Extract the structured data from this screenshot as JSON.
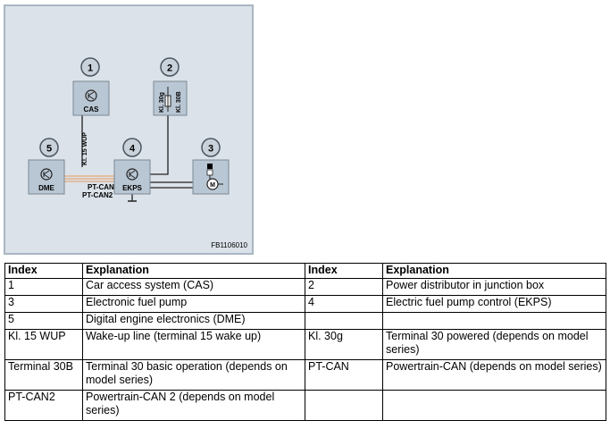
{
  "diagram": {
    "figure_code": "FB1106010",
    "callouts": [
      "1",
      "2",
      "3",
      "4",
      "5"
    ],
    "components": {
      "cas": "CAS",
      "dme": "DME",
      "ekps": "EKPS"
    },
    "line_labels": {
      "wake_up": "Kl. 15 WUP",
      "kl30g": "Kl. 30g",
      "kl30b": "Kl. 30B",
      "pt_can": "PT-CAN",
      "pt_can2": "PT-CAN2"
    }
  },
  "table": {
    "headers": [
      "Index",
      "Explanation",
      "Index",
      "Explanation"
    ],
    "rows": [
      [
        "1",
        "Car access system (CAS)",
        "2",
        "Power distributor in junction box"
      ],
      [
        "3",
        "Electronic fuel pump",
        "4",
        "Electric fuel pump control (EKPS)"
      ],
      [
        "5",
        "Digital engine electronics (DME)",
        "",
        ""
      ],
      [
        "Kl. 15 WUP",
        "Wake-up line (terminal 15 wake up)",
        "Kl. 30g",
        "Terminal 30 powered (depends on model series)"
      ],
      [
        "Terminal 30B",
        "Terminal 30 basic operation (depends on model series)",
        "PT-CAN",
        "Powertrain-CAN (depends on model series)"
      ],
      [
        "PT-CAN2",
        "Powertrain-CAN 2 (depends on model series)",
        "",
        ""
      ]
    ]
  },
  "colors": {
    "diagram_bg": "#dbe2e9",
    "component_box": "#b9c6d3",
    "callout_circle": "#c9d1da",
    "can_line": "#e8a878"
  }
}
